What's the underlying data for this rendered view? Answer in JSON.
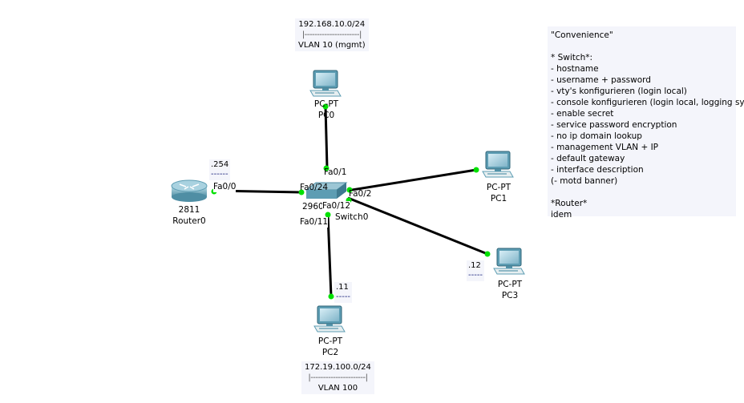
{
  "networks": {
    "top": {
      "address": "192.168.10.0/24",
      "bar": "|----------------------|",
      "vlan": "VLAN 10 (mgmt)"
    },
    "bottom": {
      "address": "172.19.100.0/24",
      "bar": "|----------------------|",
      "vlan": "VLAN 100"
    }
  },
  "devices": {
    "pc0": {
      "model": "PC-PT",
      "name": "PC0"
    },
    "pc1": {
      "model": "PC-PT",
      "name": "PC1"
    },
    "pc2": {
      "model": "PC-PT",
      "name": "PC2"
    },
    "pc3": {
      "model": "PC-PT",
      "name": "PC3"
    },
    "router": {
      "model": "2811",
      "name": "Router0"
    },
    "switch": {
      "model": "2960",
      "name": "Switch0"
    }
  },
  "ports": {
    "router_fa00": "Fa0/0",
    "sw_fa024": "Fa0/24",
    "sw_fa01": "Fa0/1",
    "sw_fa02": "Fa0/2",
    "sw_fa012": "Fa0/12",
    "sw_fa011": "Fa0/11"
  },
  "ip_notes": {
    "router": {
      "ip": ".254",
      "dash": "------"
    },
    "pc2": {
      "ip": ".11",
      "dash": "-----"
    },
    "pc3": {
      "ip": ".12",
      "dash": "-----"
    }
  },
  "colors": {
    "link": "#000000",
    "link_up": "#00e000",
    "note_bg": "#f4f5fb"
  },
  "note": {
    "lines": [
      "\"Convenience\"",
      "",
      "* Switch*:",
      "- hostname",
      "- username + password",
      "- vty's konfigurieren (login local)",
      "- console konfigurieren (login local, logging sync)",
      "- enable secret",
      "- service password encryption",
      "- no ip domain lookup",
      "- management VLAN + IP",
      "- default gateway",
      "- interface description",
      "(- motd banner)",
      "",
      "*Router*",
      "idem"
    ]
  }
}
